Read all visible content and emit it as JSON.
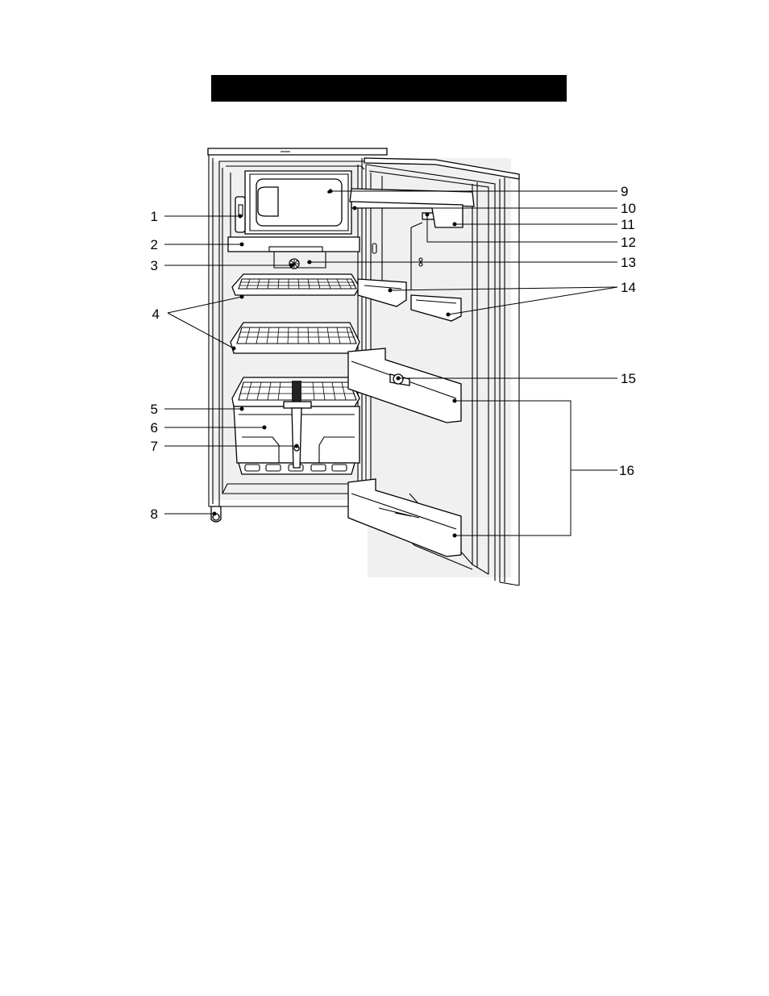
{
  "header": {
    "title_bar_color": "#000000"
  },
  "diagram": {
    "labels": {
      "n1": "1",
      "n2": "2",
      "n3": "3",
      "n4": "4",
      "n5": "5",
      "n6": "6",
      "n7": "7",
      "n8": "8",
      "n9": "9",
      "n10": "10",
      "n11": "11",
      "n12": "12",
      "n13": "13",
      "n14": "14",
      "n15": "15",
      "n16": "16"
    }
  }
}
